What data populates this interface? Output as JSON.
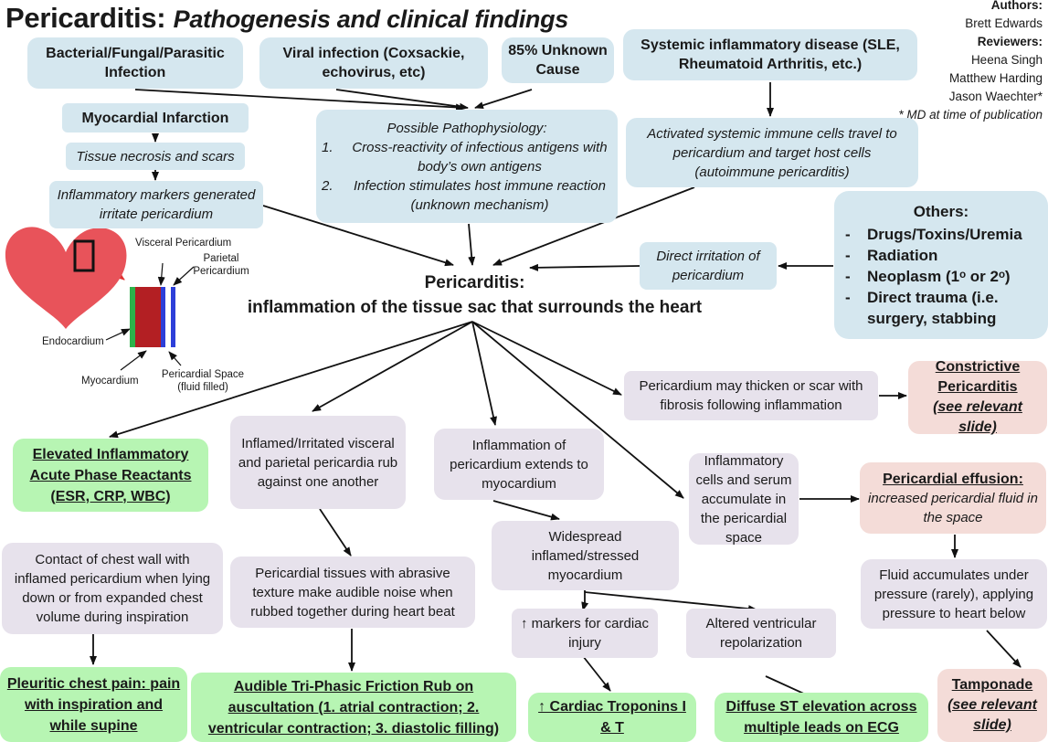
{
  "title": {
    "main": "Pericarditis:",
    "sub": "Pathogenesis and clinical findings"
  },
  "credits": {
    "authors_heading": "Authors:",
    "authors": "Brett Edwards",
    "reviewers_heading": "Reviewers:",
    "reviewers": [
      "Heena Singh",
      "Matthew Harding",
      "Jason Waechter*"
    ],
    "note": "* MD at time of publication"
  },
  "causes": {
    "bacterial": "Bacterial/Fungal/Parasitic Infection",
    "viral": "Viral infection (Coxsackie, echovirus, etc)",
    "unknown": "85% Unknown Cause",
    "systemic": "Systemic inflammatory disease (SLE, Rheumatoid Arthritis, etc.)",
    "mi": "Myocardial Infarction",
    "necrosis": "Tissue necrosis and scars",
    "markers": "Inflammatory markers generated irritate pericardium",
    "patho_heading": "Possible Pathophysiology:",
    "patho_items": [
      {
        "num": "1.",
        "text": "Cross-reactivity of infectious antigens with body’s own antigens"
      },
      {
        "num": "2.",
        "text": "Infection stimulates host immune reaction (unknown mechanism)"
      }
    ],
    "immune": "Activated systemic immune cells travel to pericardium and target host cells (autoimmune pericarditis)",
    "others_heading": "Others:",
    "others_items": [
      "Drugs/Toxins/Uremia",
      "Radiation",
      "Neoplasm (1ᵒ or 2ᵒ)",
      "Direct trauma (i.e. surgery, stabbing"
    ],
    "direct": "Direct irritation of pericardium"
  },
  "center": {
    "line1": "Pericarditis:",
    "line2": "inflammation of the tissue sac that surrounds the heart"
  },
  "anatomy": {
    "visceral": "Visceral Pericardium",
    "parietal": "Parietal Pericardium",
    "endocardium": "Endocardium",
    "myocardium": "Myocardium",
    "space": "Pericardial Space (fluid filled)"
  },
  "mechanisms": {
    "thicken": "Pericardium may thicken or scar with fibrosis following inflammation",
    "rub": "Inflamed/Irritated visceral and parietal pericardia rub against one another",
    "extends": "Inflammation of pericardium extends to myocardium",
    "cells": "Inflammatory cells and serum accumulate in the pericardial space",
    "contact": "Contact of chest wall with inflamed pericardium when lying down or from expanded chest volume during inspiration",
    "abrasive": "Pericardial tissues with abrasive texture make audible noise when rubbed together during heart beat",
    "widespread": "Widespread inflamed/stressed myocardium",
    "cardiac_markers": "↑ markers for cardiac injury",
    "repolarization": "Altered ventricular repolarization",
    "fluid": "Fluid accumulates under pressure (rarely), applying pressure to heart below"
  },
  "findings": {
    "constrictive_title": "Constrictive Pericarditis",
    "constrictive_link": "(see relevant slide)",
    "effusion_title": "Pericardial effusion:",
    "effusion_text": "increased pericardial fluid in the space",
    "elevated": "Elevated Inflammatory Acute Phase Reactants (ESR, CRP, WBC)",
    "pleuritic": "Pleuritic chest pain: pain with inspiration and while supine",
    "friction": "Audible Tri-Phasic Friction Rub on auscultation (1. atrial contraction; 2. ventricular contraction; 3. diastolic filling)",
    "troponins": "↑ Cardiac Troponins I & T",
    "st": "Diffuse ST elevation across multiple leads on ECG",
    "tamponade_title": "Tamponade",
    "tamponade_link": "(see relevant slide)"
  },
  "colors": {
    "cause_box": "#d5e7ef",
    "mechanism_box": "#e7e2ec",
    "finding_box": "#b7f5b3",
    "complication_box": "#f4dcd8",
    "heart": "#e8535a"
  }
}
